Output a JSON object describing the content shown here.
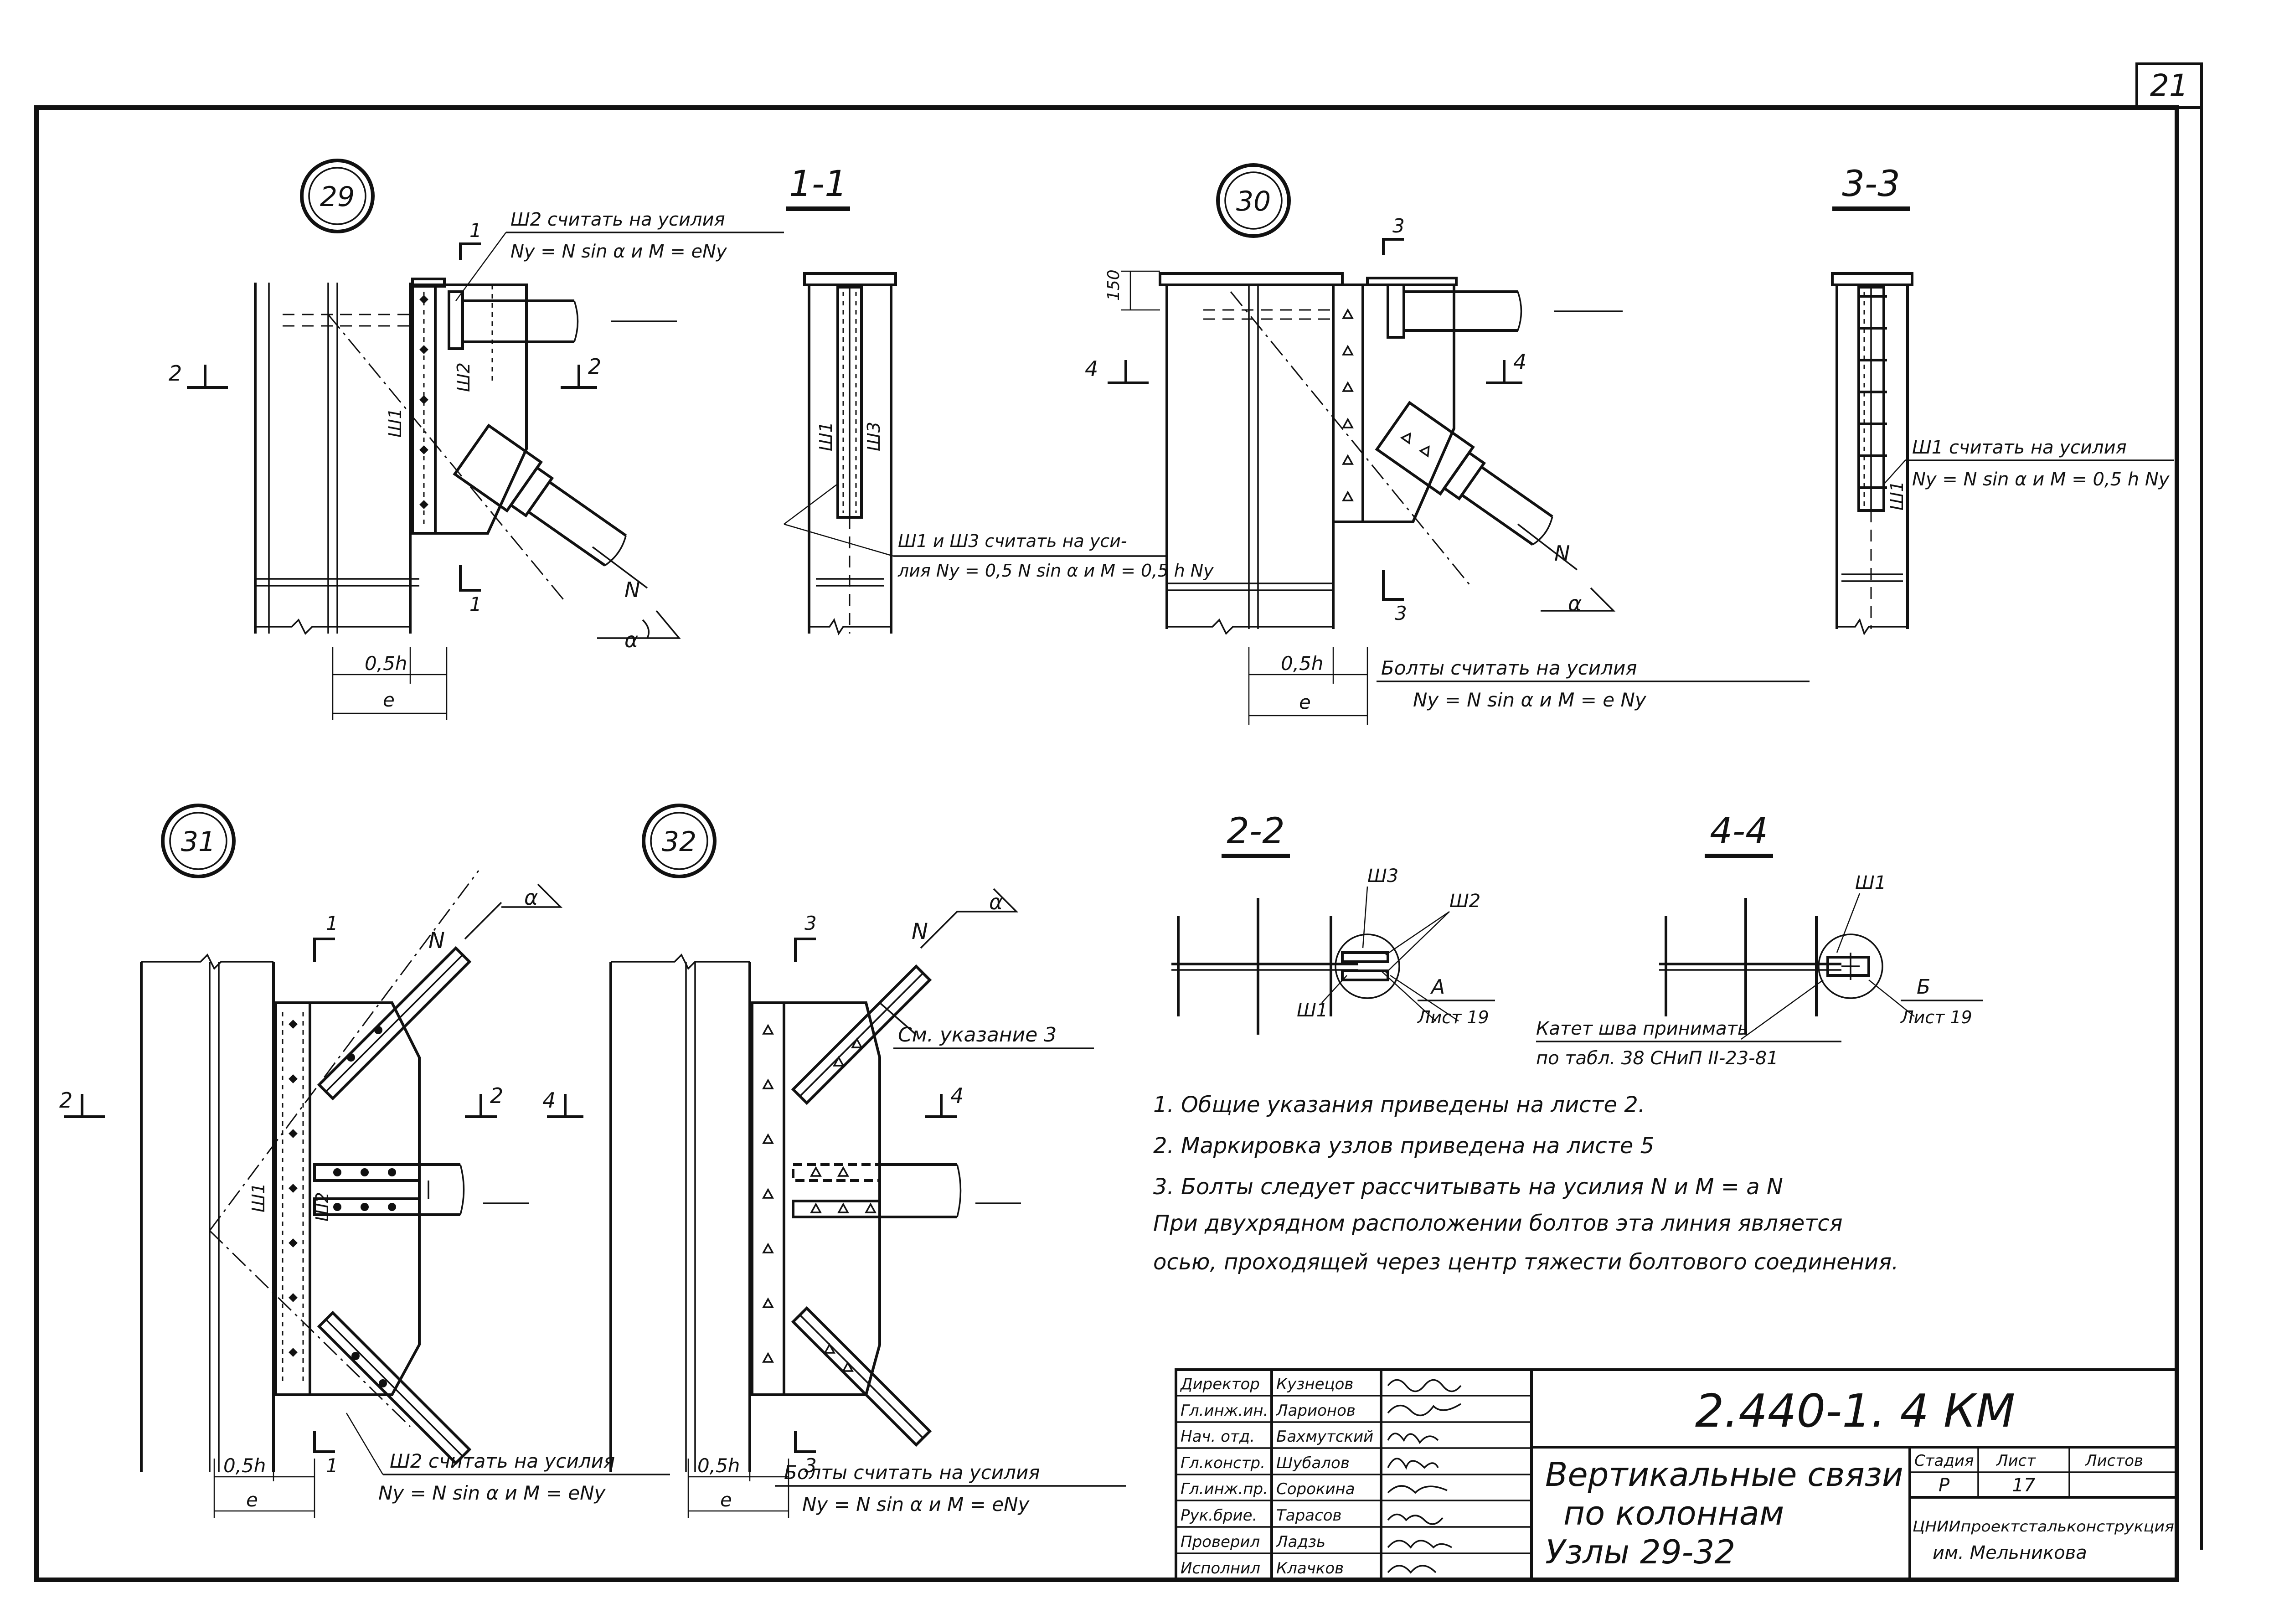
{
  "sheet": {
    "page_number": "21",
    "doc_code": "2.440-1. 4 КМ",
    "title_lines": [
      "Вертикальные связи",
      "по колоннам",
      "Узлы 29-32"
    ],
    "stage_header": "Стадия",
    "sheet_header": "Лист",
    "sheets_header": "Листов",
    "stage_value": "Р",
    "sheet_value": "17",
    "sheets_value": "",
    "org_lines": [
      "ЦНИИпроектстальконструкция",
      "им. Мельникова"
    ]
  },
  "staff": [
    {
      "role": "Директор",
      "name": "Кузнецов"
    },
    {
      "role": "Гл.инж.ин.",
      "name": "Ларионов"
    },
    {
      "role": "Нач. отд.",
      "name": "Бахмутский"
    },
    {
      "role": "Гл.констр.",
      "name": "Шубалов"
    },
    {
      "role": "Гл.инж.пр.",
      "name": "Сорокина"
    },
    {
      "role": "Рук.брие.",
      "name": "Тарасов"
    },
    {
      "role": "Проверил",
      "name": "Ладзь"
    },
    {
      "role": "Исполнил",
      "name": "Клачков"
    }
  ],
  "nodes": {
    "n29": {
      "label": "29",
      "note_line1": "Ш2 считать на усилия",
      "note_line2": "Ny = N sin α и M = eNy",
      "weld_w1": "Ш1",
      "weld_w2": "Ш2",
      "force": "N",
      "angle": "α",
      "dim_half_h": "0,5h",
      "dim_e": "e",
      "cut_a": "1",
      "cut_b": "2"
    },
    "n30": {
      "label": "30",
      "dim_150": "150",
      "force": "N",
      "angle": "α",
      "dim_half_h": "0,5h",
      "dim_e": "e",
      "note_line1": "Болты считать на усилия",
      "note_line2": "Ny = N sin α и M = e Ny",
      "cut_a": "3",
      "cut_b": "4"
    },
    "n31": {
      "label": "31",
      "force": "N",
      "angle": "α",
      "weld_w1": "Ш1",
      "weld_w2": "Ш2",
      "dim_half_h": "0,5h",
      "dim_e": "e",
      "note_line1": "Ш2 считать на усилия",
      "note_line2": "Ny = N sin α и M = eNy",
      "cut_a": "1",
      "cut_b": "2"
    },
    "n32": {
      "label": "32",
      "force": "N",
      "angle": "α",
      "see_note": "См. указание 3",
      "dim_half_h": "0,5h",
      "dim_e": "e",
      "note_line1": "Болты считать на усилия",
      "note_line2": "Ny = N sin α и M = eNy",
      "cut_a": "3",
      "cut_b": "4"
    }
  },
  "sections": {
    "s11": {
      "title": "1-1",
      "w1": "Ш1",
      "w3": "Ш3",
      "note_line1": "Ш1 и Ш3 считать на уси-",
      "note_line2": "лия Ny = 0,5 N sin α и M = 0,5 h Ny"
    },
    "s33": {
      "title": "3-3",
      "w1": "Ш1",
      "note_line1": "Ш1 считать на усилия",
      "note_line2": "Ny = N sin α и M = 0,5 h Ny"
    },
    "s22": {
      "title": "2-2",
      "w3": "Ш3",
      "w2": "Ш2",
      "w1": "Ш1",
      "ref_letter": "А",
      "ref_sheet": "Лист 19"
    },
    "s44": {
      "title": "4-4",
      "w1": "Ш1",
      "ref_letter": "Б",
      "ref_sheet": "Лист 19",
      "note_line1": "Катет шва принимать",
      "note_line2": "по табл. 38 СНиП II-23-81"
    }
  },
  "notes": [
    "1. Общие указания приведены на листе 2.",
    "2. Маркировка узлов приведена на листе 5",
    "3. Болты следует рассчитывать на усилия N и M = a N",
    "При двухрядном расположении болтов эта линия является",
    "осью, проходящей через центр тяжести болтового соединения."
  ]
}
